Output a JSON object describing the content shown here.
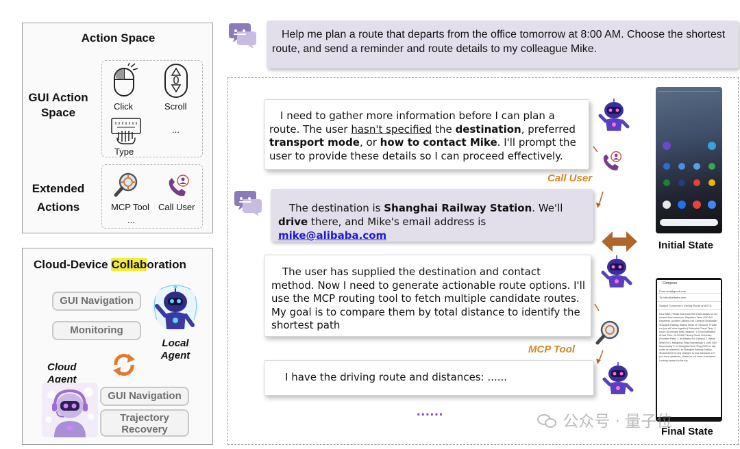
{
  "action_space": {
    "title": "Action Space",
    "gui_label_line1": "GUI Action",
    "gui_label_line2": "Space",
    "click": "Click",
    "scroll": "Scroll",
    "type": "Type",
    "more": "...",
    "extended_line1": "Extended",
    "extended_line2": "Actions",
    "mcp_tool": "MCP Tool",
    "call_user": "Call User",
    "more2": "..."
  },
  "collab": {
    "title_prefix": "Cloud-Device ",
    "title_highlight": "Collab",
    "title_suffix": "oration",
    "gui_navigation_top": "GUI Navigation",
    "monitoring": "Monitoring",
    "local_agent_line1": "Local",
    "local_agent_line2": "Agent",
    "cloud_agent_line1": "Cloud",
    "cloud_agent_line2": "Agent",
    "gui_navigation_bottom": "GUI Navigation",
    "trajectory_line1": "Trajectory",
    "trajectory_line2": "Recovery"
  },
  "conversation": {
    "user_request": "Help me plan a route that departs from the office tomorrow at 8:00 AM. Choose the shortest route, and send a reminder and route details to my colleague Mike.",
    "agent_1": {
      "t1": "I need to gather more information before I can plan a route. The user ",
      "t2": "hasn't specified",
      "t3": " the ",
      "t4": "destination",
      "t5": ", preferred ",
      "t6": "transport mode",
      "t7": ", or ",
      "t8": "how to contact Mike",
      "t9": ". I'll prompt the user to provide these details so I can proceed effectively."
    },
    "call_user_label": "Call User",
    "user_reply": {
      "t1": "The destination is ",
      "t2": "Shanghai Railway Station",
      "t3": ". We'll ",
      "t4": "drive",
      "t5": " there, and Mike's email address is ",
      "t6": "mike@alibaba.com"
    },
    "agent_2": "The user has supplied the destination and contact method. Now I need to generate actionable route options. I'll use the MCP routing tool to fetch multiple candidate routes. My goal is to compare them by total distance to identify the shortest path",
    "mcp_tool_label": "MCP Tool",
    "agent_3": "I have the driving route and distances: ......",
    "ellipsis": "......"
  },
  "states": {
    "initial": "Initial State",
    "final": "Final State"
  },
  "email": {
    "header": "Compose",
    "from": "From   test@gmail.com",
    "to": "To    mike@alibaba.com",
    "subject": "Subject   Tomorrow's Driving Route and ETA",
    "body": "Dear Mike, Please find below the travel details for our shared drive tomorrow: Departure Time: 8:00 AM Departure Location: Alibaba Xixi Campus Destination: Shanghai Railway Station Mode of Transport: Private car (we will drive together) Estimated Travel Time: 2 hours 15 minutes Total Distance: 175 km Estimated Arrival Time: 10:15 AM Primary Route Summary (Shortest Path): 1. at Alibaba Xixi Campus 2. Wenyi West Rd 3. Hangzhou Ring Expressway 4. onto G60 Expressway 5. to Shanghai Outer Ring (S20) or city roads as needed 6. at Shanghai Railway Station. Should there be any changes to your schedule or if you have questions, please let me know in advance. Looking forward to the trip."
  },
  "watermark": "公众号 · 量子位",
  "colors": {
    "highlight": "#f5e93a",
    "call_label": "#d4882a",
    "user_bubble": "#e3dfea",
    "link": "#1a1ad4",
    "arrow": "#b0662b",
    "refresh": "#e07a32"
  }
}
